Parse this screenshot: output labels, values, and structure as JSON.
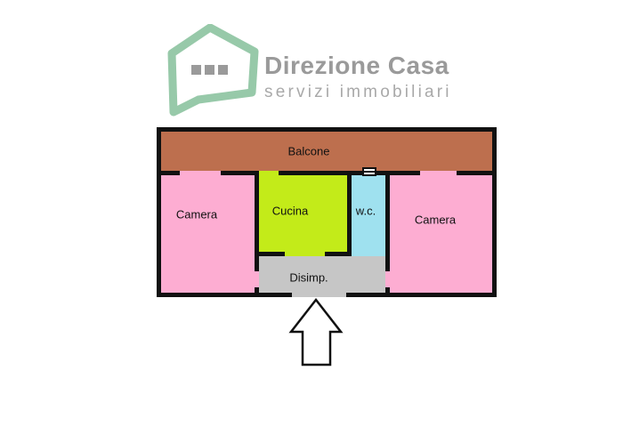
{
  "logo": {
    "brand": "Direzione Casa",
    "tagline": "servizi immobiliari",
    "icon_color": "#97c9a9",
    "brand_color": "#9a9a9a",
    "tagline_color": "#a9a9a9",
    "dots_color": "#9a9a9a"
  },
  "floor_plan": {
    "wall_color": "#111111",
    "rooms": {
      "balcone": {
        "label": "Balcone",
        "color": "#bd6f4e"
      },
      "camera_left": {
        "label": "Camera",
        "color": "#fdadd2"
      },
      "cucina": {
        "label": "Cucina",
        "color": "#c3eb19"
      },
      "wc": {
        "label": "w.c.",
        "color": "#9fe1ef"
      },
      "camera_right": {
        "label": "Camera",
        "color": "#fdadd2"
      },
      "disimpegno": {
        "label": "Disimp.",
        "color": "#c6c6c6"
      }
    },
    "window_symbol": "double-casement-window",
    "entrance_arrow": {
      "direction": "up",
      "meaning": "entrance-indicator"
    }
  }
}
